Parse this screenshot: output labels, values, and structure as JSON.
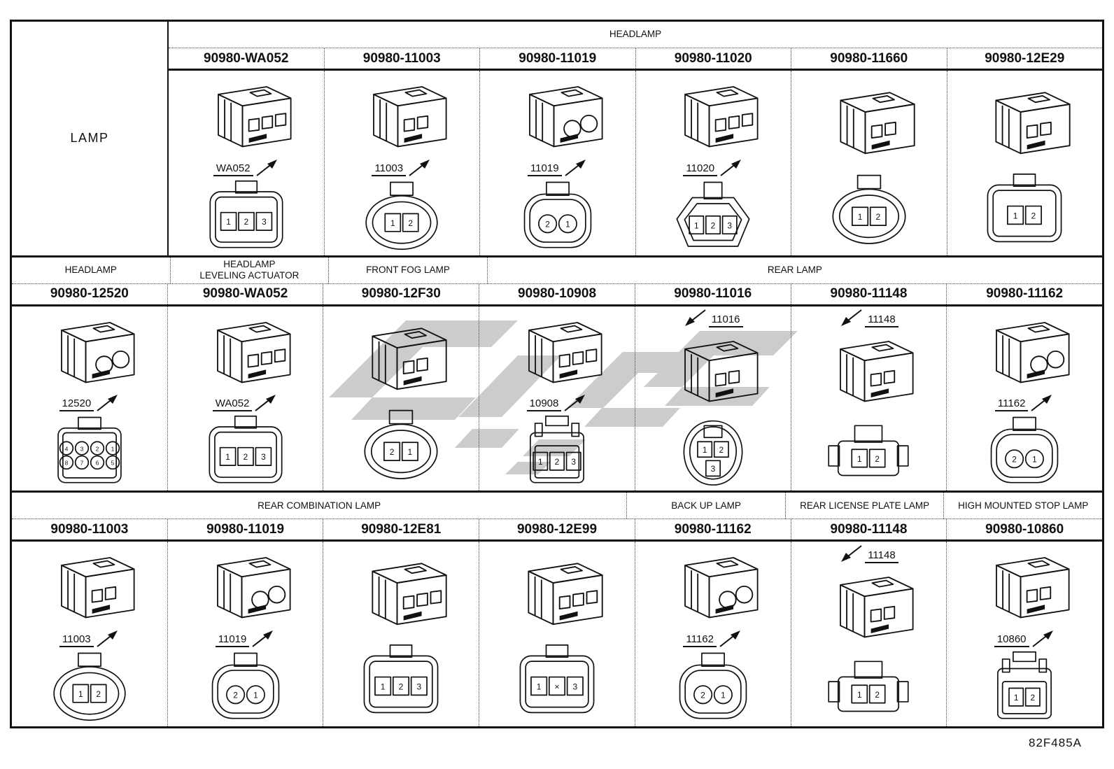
{
  "page": {
    "footer_code": "82F485A"
  },
  "watermark": {
    "color": "#cccccc"
  },
  "table": {
    "sections": [
      {
        "name": "headlamp",
        "side_label": "LAMP",
        "headers": [
          {
            "label": "HEADLAMP",
            "span": 6
          }
        ],
        "cells": [
          {
            "part_number": "90980-WA052",
            "callout": "WA052",
            "callout_pos": "below",
            "front": {
              "shape": "roundsq",
              "pin_style": "box",
              "pin_rows": [
                [
                  "1",
                  "2",
                  "3"
                ]
              ]
            }
          },
          {
            "part_number": "90980-11003",
            "callout": "11003",
            "callout_pos": "below",
            "front": {
              "shape": "oval",
              "pin_style": "box",
              "pin_rows": [
                [
                  "1",
                  "2"
                ]
              ]
            }
          },
          {
            "part_number": "90980-11019",
            "callout": "11019",
            "callout_pos": "below",
            "front": {
              "shape": "round",
              "pin_style": "circle",
              "pin_rows": [
                [
                  "2",
                  "1"
                ]
              ]
            }
          },
          {
            "part_number": "90980-11020",
            "callout": "11020",
            "callout_pos": "below",
            "front": {
              "shape": "trap",
              "pin_style": "box",
              "pin_rows": [
                [
                  "1",
                  "2",
                  "3"
                ]
              ]
            }
          },
          {
            "part_number": "90980-11660",
            "callout": null,
            "front": {
              "shape": "oval",
              "pin_style": "box",
              "pin_rows": [
                [
                  "1",
                  "2"
                ]
              ]
            }
          },
          {
            "part_number": "90980-12E29",
            "callout": null,
            "front": {
              "shape": "roundsq",
              "pin_style": "box",
              "pin_rows": [
                [
                  "1",
                  "2"
                ]
              ]
            }
          }
        ]
      },
      {
        "name": "mid-lamps",
        "headers": [
          {
            "label": "HEADLAMP",
            "span": 1
          },
          {
            "label": "HEADLAMP\nLEVELING ACTUATOR",
            "span": 1
          },
          {
            "label": "FRONT FOG LAMP",
            "span": 1
          },
          {
            "label": "REAR LAMP",
            "span": 4
          }
        ],
        "cells": [
          {
            "part_number": "90980-12520",
            "callout": "12520",
            "callout_pos": "below",
            "front": {
              "shape": "grid8",
              "pin_style": "circle",
              "pin_rows": [
                [
                  "4",
                  "3",
                  "2",
                  "1"
                ],
                [
                  "8",
                  "7",
                  "6",
                  "5"
                ]
              ]
            }
          },
          {
            "part_number": "90980-WA052",
            "callout": "WA052",
            "callout_pos": "below",
            "front": {
              "shape": "roundsq",
              "pin_style": "box",
              "pin_rows": [
                [
                  "1",
                  "2",
                  "3"
                ]
              ]
            }
          },
          {
            "part_number": "90980-12F30",
            "callout": null,
            "front": {
              "shape": "oval",
              "pin_style": "box",
              "pin_rows": [
                [
                  "2",
                  "1"
                ]
              ]
            }
          },
          {
            "part_number": "90980-10908",
            "callout": "10908",
            "callout_pos": "below",
            "front": {
              "shape": "tall",
              "pin_style": "box",
              "pin_rows": [
                [
                  "1",
                  "2",
                  "3"
                ]
              ]
            }
          },
          {
            "part_number": "90980-11016",
            "callout": "11016",
            "callout_pos": "above",
            "front": {
              "shape": "tear",
              "pin_style": "box",
              "pin_rows": [
                [
                  "1",
                  "2"
                ],
                [
                  "3"
                ]
              ]
            }
          },
          {
            "part_number": "90980-11148",
            "callout": "11148",
            "callout_pos": "above",
            "front": {
              "shape": "wide",
              "pin_style": "box",
              "pin_rows": [
                [
                  "1",
                  "2"
                ]
              ]
            }
          },
          {
            "part_number": "90980-11162",
            "callout": "11162",
            "callout_pos": "below",
            "front": {
              "shape": "round",
              "pin_style": "circle",
              "pin_rows": [
                [
                  "2",
                  "1"
                ]
              ]
            }
          }
        ]
      },
      {
        "name": "rear-combination",
        "headers": [
          {
            "label": "REAR COMBINATION LAMP",
            "span": 4
          },
          {
            "label": "BACK UP LAMP",
            "span": 1
          },
          {
            "label": "REAR LICENSE PLATE LAMP",
            "span": 1
          },
          {
            "label": "HIGH MOUNTED STOP LAMP",
            "span": 1
          }
        ],
        "cells": [
          {
            "part_number": "90980-11003",
            "callout": "11003",
            "callout_pos": "below",
            "front": {
              "shape": "oval",
              "pin_style": "box",
              "pin_rows": [
                [
                  "1",
                  "2"
                ]
              ]
            }
          },
          {
            "part_number": "90980-11019",
            "callout": "11019",
            "callout_pos": "below",
            "front": {
              "shape": "round",
              "pin_style": "circle",
              "pin_rows": [
                [
                  "2",
                  "1"
                ]
              ]
            }
          },
          {
            "part_number": "90980-12E81",
            "callout": null,
            "front": {
              "shape": "roundsq",
              "pin_style": "box",
              "pin_rows": [
                [
                  "1",
                  "2",
                  "3"
                ]
              ]
            }
          },
          {
            "part_number": "90980-12E99",
            "callout": null,
            "front": {
              "shape": "roundsq",
              "pin_style": "box",
              "pin_rows": [
                [
                  "1",
                  "×",
                  "3"
                ]
              ]
            }
          },
          {
            "part_number": "90980-11162",
            "callout": "11162",
            "callout_pos": "below",
            "front": {
              "shape": "round",
              "pin_style": "circle",
              "pin_rows": [
                [
                  "2",
                  "1"
                ]
              ]
            }
          },
          {
            "part_number": "90980-11148",
            "callout": "11148",
            "callout_pos": "above",
            "front": {
              "shape": "wide",
              "pin_style": "box",
              "pin_rows": [
                [
                  "1",
                  "2"
                ]
              ]
            }
          },
          {
            "part_number": "90980-10860",
            "callout": "10860",
            "callout_pos": "below",
            "front": {
              "shape": "tall",
              "pin_style": "box",
              "pin_rows": [
                [
                  "1",
                  "2"
                ]
              ]
            }
          }
        ]
      }
    ]
  }
}
